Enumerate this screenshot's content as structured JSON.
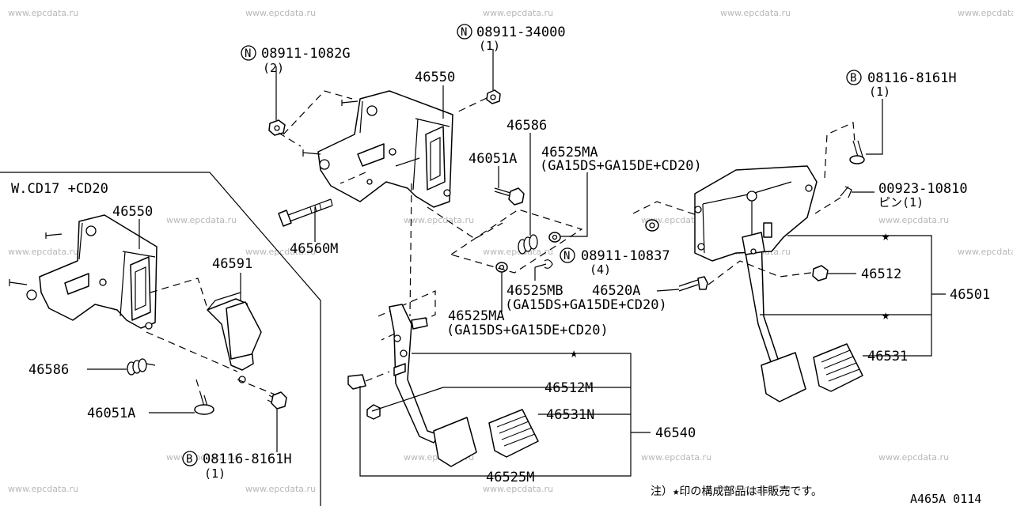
{
  "watermark": "www.epcdata.ru",
  "variant_label": "W.CD17 +CD20",
  "labels": {
    "nut_08911_1082g": {
      "symbol": "N",
      "part_no": "08911-1082G",
      "qty": "(2)"
    },
    "nut_08911_34000": {
      "symbol": "N",
      "part_no": "08911-34000",
      "qty": "(1)"
    },
    "bolt_08116_8161h_top": {
      "symbol": "B",
      "part_no": "08116-8161H",
      "qty": "(1)"
    },
    "bolt_08116_8161h_bottom": {
      "symbol": "B",
      "part_no": "08116-8161H",
      "qty": "(1)"
    },
    "nut_08911_10837": {
      "symbol": "N",
      "part_no": "08911-10837",
      "qty": "(4)"
    },
    "pin_00923_10810": {
      "part_no": "00923-10810",
      "qty": "ピン(1)"
    },
    "p46550_main": "46550",
    "p46550_left": "46550",
    "p46586_main": "46586",
    "p46586_left": "46586",
    "p46051a_main": "46051A",
    "p46051a_left": "46051A",
    "p46525ma_top": {
      "part_no": "46525MA",
      "note": "(GA15DS+GA15DE+CD20)"
    },
    "p46525ma_bottom": {
      "part_no": "46525MA",
      "note": "(GA15DS+GA15DE+CD20)"
    },
    "p46525mb": {
      "part_no": "46525MB",
      "note": "(GA15DS+GA15DE+CD20)"
    },
    "p46520a": "46520A",
    "p46560m": "46560M",
    "p46591": "46591",
    "p46512": "46512",
    "p46501": "46501",
    "p46531": "46531",
    "p46512m": "46512M",
    "p46531n": "46531N",
    "p46540": "46540",
    "p46525m": "46525M"
  },
  "star_marker": "★",
  "footnote": "注）★印の構成部品は非販売です。",
  "diagram_code": "A465A 0114"
}
